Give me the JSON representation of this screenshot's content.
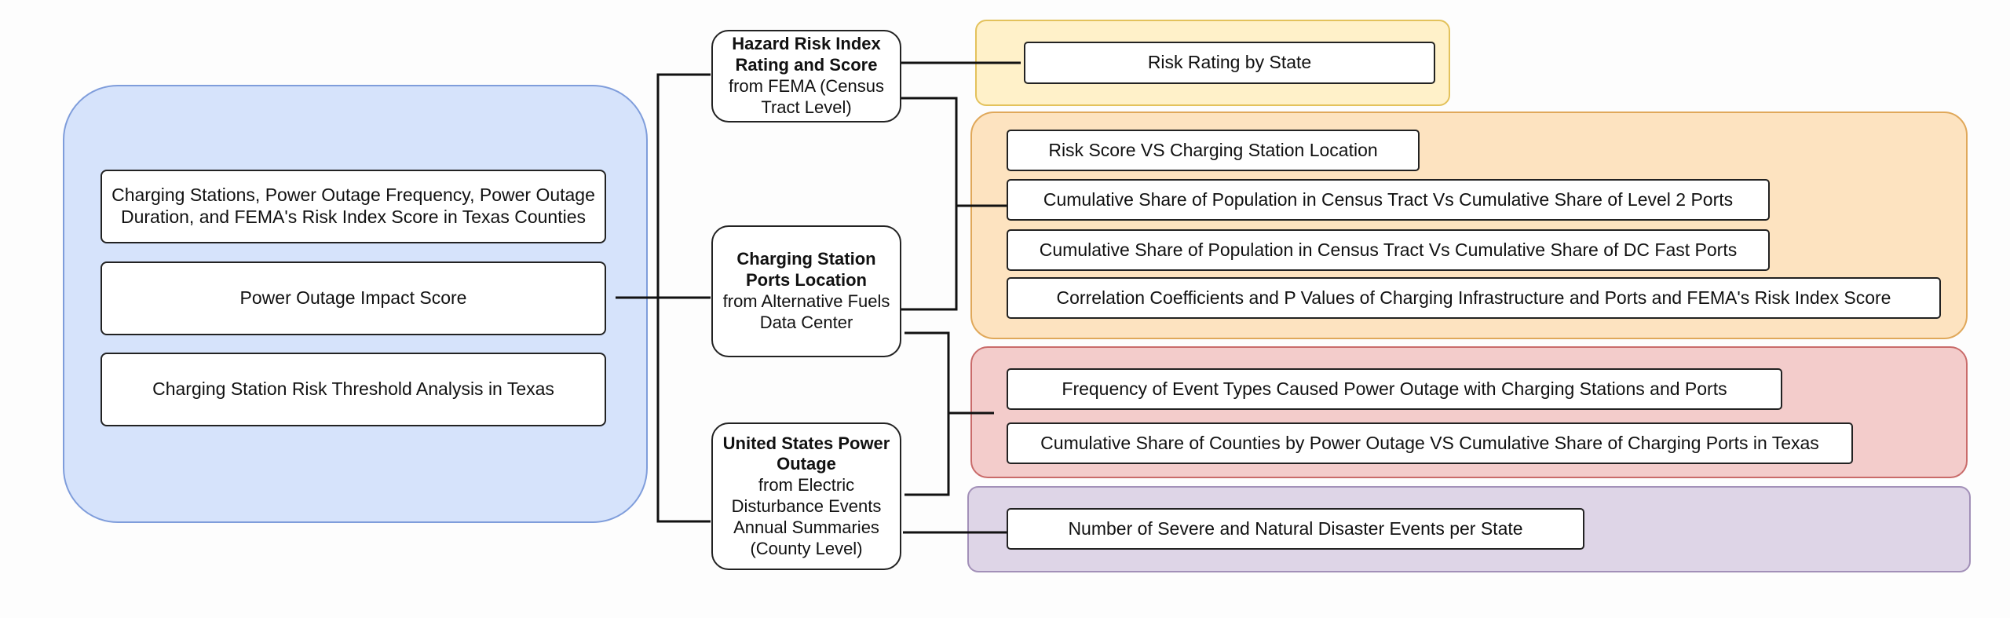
{
  "left_panel": {
    "items": [
      "Charging Stations, Power Outage Frequency, Power Outage Duration, and FEMA's Risk Index Score in Texas Counties",
      "Power Outage Impact Score",
      "Charging Station Risk Threshold Analysis in Texas"
    ]
  },
  "sources": {
    "fema": {
      "bold": "Hazard Risk Index Rating and Score",
      "rest": "from FEMA (Census Tract Level)"
    },
    "afdc": {
      "bold": "Charging Station Ports Location",
      "rest": "from Alternative Fuels Data Center"
    },
    "outage": {
      "bold": "United States Power Outage",
      "rest": "from Electric Disturbance Events Annual Summaries (County Level)"
    }
  },
  "outputs": {
    "yellow": [
      "Risk Rating by State"
    ],
    "orange": [
      "Risk Score VS Charging Station Location",
      "Cumulative Share of Population in Census Tract Vs Cumulative Share of Level 2 Ports",
      "Cumulative Share of Population in Census Tract Vs Cumulative Share of DC Fast Ports",
      "Correlation Coefficients and P Values of Charging Infrastructure  and Ports and FEMA's Risk Index Score"
    ],
    "red": [
      "Frequency of Event Types Caused Power Outage with Charging Stations and Ports",
      "Cumulative Share of Counties by Power Outage VS Cumulative Share of Charging Ports in Texas"
    ],
    "purple": [
      "Number of Severe and Natural Disaster Events per State"
    ]
  },
  "colors": {
    "blue_fill": "#d6e3fb",
    "blue_border": "#7f9ddb",
    "yellow_fill": "#fff1c9",
    "yellow_border": "#e3c25c",
    "orange_fill": "#fde3c0",
    "orange_border": "#e0a85a",
    "red_fill": "#f3cccb",
    "red_border": "#c96b6a",
    "purple_fill": "#ded5e7",
    "purple_border": "#a290b8"
  }
}
